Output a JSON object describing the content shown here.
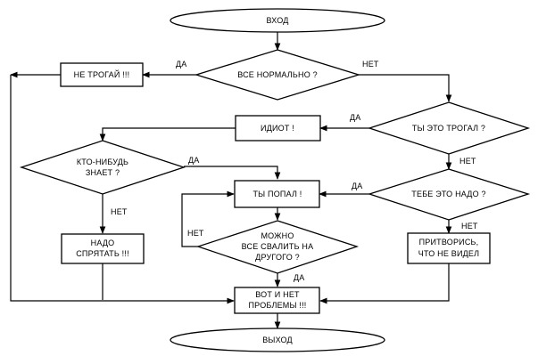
{
  "diagram": {
    "start": "ВХОД",
    "end": "ВЫХОД",
    "nodes": {
      "all_ok": [
        "ВСЕ НОРМАЛЬНО ?"
      ],
      "dont_touch": [
        "НЕ ТРОГАЙ !!!"
      ],
      "touched_it": [
        "ТЫ ЭТО ТРОГАЛ ?"
      ],
      "idiot": [
        "ИДИОТ !"
      ],
      "anyone_knows": [
        "КТО-НИБУДЬ",
        "ЗНАЕТ ?"
      ],
      "you_got_it": [
        "ТЫ ПОПАЛ !"
      ],
      "need_it": [
        "ТЕБЕ ЭТО НАДО ?"
      ],
      "hide_it": [
        "НАДО",
        "СПРЯТАТЬ !!!"
      ],
      "blame_other": [
        "МОЖНО",
        "ВСЕ СВАЛИТЬ НА",
        "ДРУГОГО ?"
      ],
      "pretend": [
        "ПРИТВОРИСЬ,",
        "ЧТО НЕ ВИДЕЛ"
      ],
      "no_problem": [
        "ВОТ И НЕТ",
        "ПРОБЛЕМЫ !!!"
      ]
    },
    "edges": {
      "yes": "ДА",
      "no": "НЕТ"
    }
  }
}
